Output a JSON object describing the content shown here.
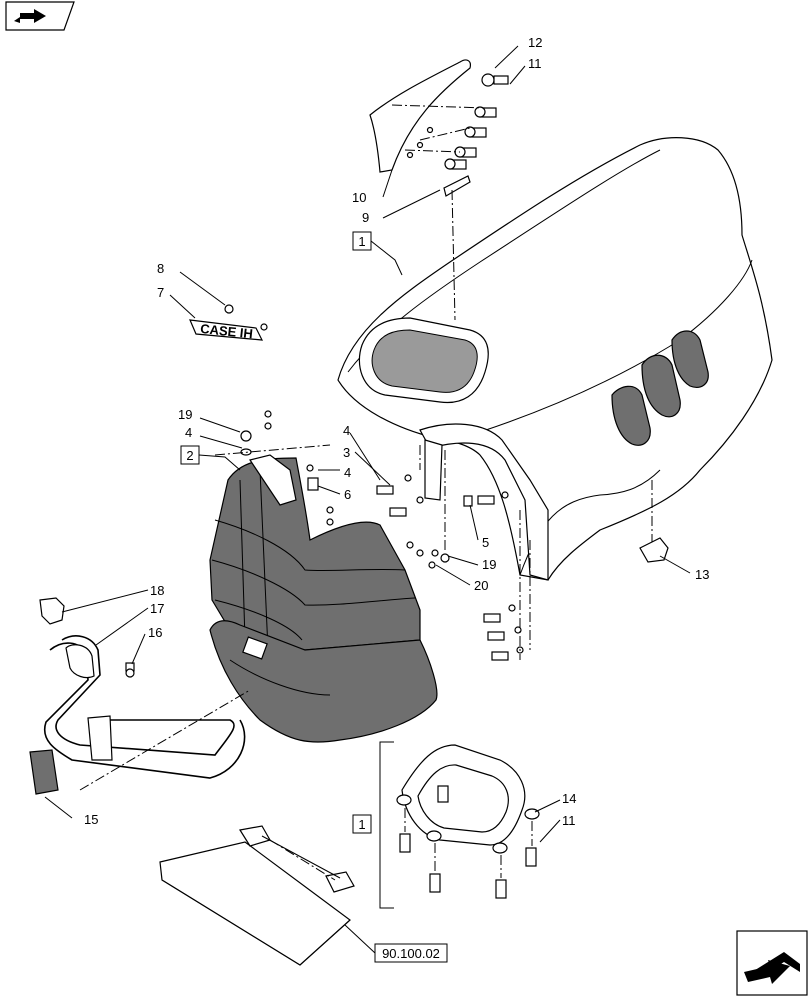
{
  "icons": {
    "top_left": "next-page-arrow-icon",
    "bottom_right": "return-arrow-icon"
  },
  "brand_text": "CASE IH",
  "reference": "90.100.02",
  "boxed_labels": {
    "hood_top": "1",
    "hood_bottom": "1",
    "grille": "2"
  },
  "callouts": {
    "c12": "12",
    "c11a": "11",
    "c10": "10",
    "c9": "9",
    "c8": "8",
    "c7": "7",
    "c19a": "19",
    "c4a": "4",
    "c4b": "4",
    "c4c": "4",
    "c3": "3",
    "c6": "6",
    "c5": "5",
    "c19b": "19",
    "c20": "20",
    "c13": "13",
    "c18": "18",
    "c17": "17",
    "c16": "16",
    "c15": "15",
    "c14": "14",
    "c11b": "11"
  }
}
